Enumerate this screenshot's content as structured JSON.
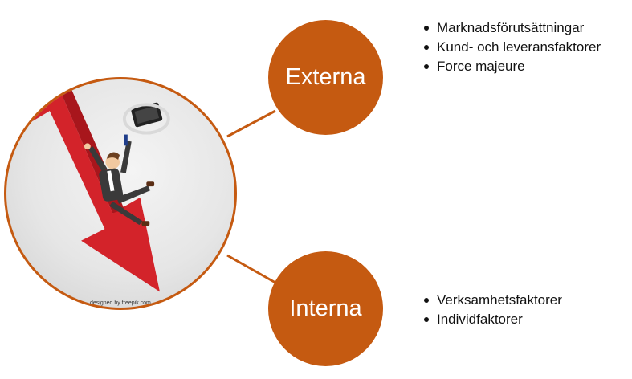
{
  "diagram": {
    "accent_color": "#c55a11",
    "image": {
      "description_icon": "falling-businessman-illustration",
      "credit": "designed by freepik.com"
    },
    "external": {
      "label": "Externa",
      "items": [
        "Marknadsförutsättningar",
        "Kund- och leveransfaktorer",
        "Force majeure"
      ]
    },
    "internal": {
      "label": "Interna",
      "items": [
        "Verksamhetsfaktorer",
        "Individfaktorer"
      ]
    }
  }
}
